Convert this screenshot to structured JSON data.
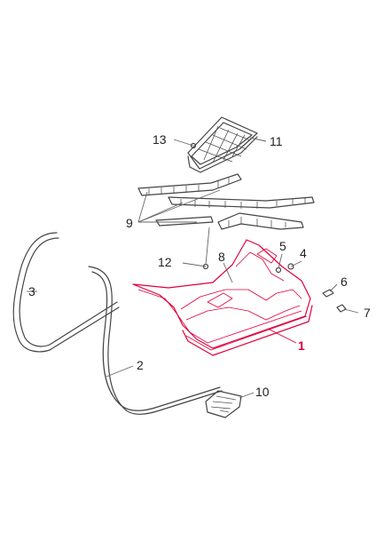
{
  "callouts": [
    {
      "id": "1",
      "text": "1"
    },
    {
      "id": "2",
      "text": "2"
    },
    {
      "id": "3",
      "text": "3"
    },
    {
      "id": "4",
      "text": "4"
    },
    {
      "id": "5",
      "text": "5"
    },
    {
      "id": "6",
      "text": "6"
    },
    {
      "id": "7",
      "text": "7"
    },
    {
      "id": "8",
      "text": "8"
    },
    {
      "id": "9",
      "text": "9"
    },
    {
      "id": "10",
      "text": "10"
    },
    {
      "id": "11",
      "text": "11"
    },
    {
      "id": "12",
      "text": "12"
    },
    {
      "id": "13",
      "text": "13"
    }
  ],
  "colors": {
    "highlight": "#e0003c",
    "line": "#444444",
    "background": "#ffffff"
  }
}
